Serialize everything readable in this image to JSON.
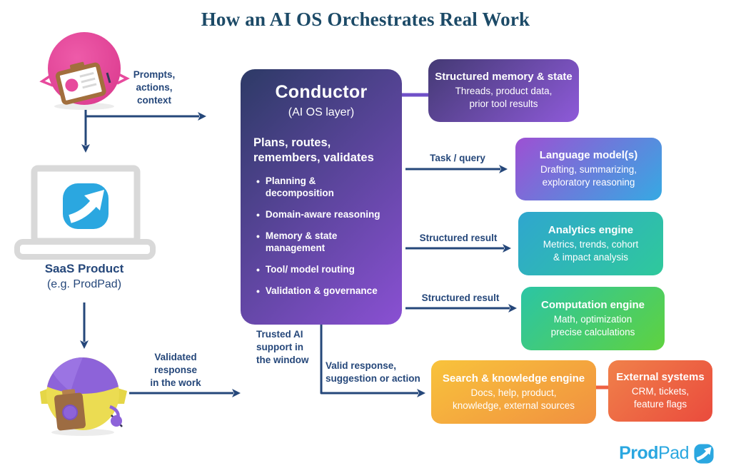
{
  "title": "How an AI OS Orchestrates Real Work",
  "left_flow": {
    "user_label": "Prompts,\nactions,\ncontext",
    "saas_title": "SaaS Product",
    "saas_subtitle": "(e.g. ProdPad)",
    "validated_label": "Validated\nresponse\nin the work"
  },
  "conductor": {
    "title": "Conductor",
    "subtitle": "(AI OS layer)",
    "tagline": "Plans, routes,\nremembers, validates",
    "bullets": [
      "Planning &\ndecomposition",
      "Domain-aware reasoning",
      "Memory & state\nmanagement",
      "Tool/ model routing",
      "Validation & governance"
    ],
    "gradient": "linear-gradient(135deg, #2d3a66 0%, #8a50d3 100%)",
    "footer_label": "Trusted AI\nsupport in\nthe window"
  },
  "arrow_labels": {
    "task_query": "Task / query",
    "structured_result_1": "Structured result",
    "structured_result_2": "Structured result",
    "valid_response": "Valid response,\nsuggestion or action"
  },
  "engines": [
    {
      "title": "Structured memory & state",
      "body": "Threads, product data,\nprior tool results",
      "gradient": "linear-gradient(135deg, #443a74 0%, #8e5ad9 100%)"
    },
    {
      "title": "Language model(s)",
      "body": "Drafting, summarizing,\nexploratory reasoning",
      "gradient": "linear-gradient(135deg, #9d50d3 0%, #36a9e3 100%)"
    },
    {
      "title": "Analytics engine",
      "body": "Metrics, trends, cohort\n& impact analysis",
      "gradient": "linear-gradient(135deg, #2fa6cf 0%, #2fc99b 100%)"
    },
    {
      "title": "Computation engine",
      "body": "Math, optimization\nprecise calculations",
      "gradient": "linear-gradient(135deg, #2bc5a5 0%, #5fd23f 100%)"
    },
    {
      "title": "Search & knowledge engine",
      "body": "Docs, help, product,\nknowledge, external sources",
      "gradient": "linear-gradient(150deg, #f8c33c 0%, #f19040 100%)"
    },
    {
      "title": "External systems",
      "body": "CRM, tickets,\nfeature flags",
      "gradient": "linear-gradient(135deg, #f0814a 0%, #ea4b3d 100%)"
    }
  ],
  "brand": {
    "name_bold": "Prod",
    "name_light": "Pad"
  },
  "colors": {
    "arrow_navy": "#25477a",
    "title_color": "#1c4a67",
    "brand_blue": "#2aa7e0",
    "connector_purple": "#7050c8",
    "connector_orange": "#ee6243",
    "robot_pink": "#e74a9d",
    "robot_yellow": "#e9da51",
    "robot_purple": "#8d63d9"
  }
}
